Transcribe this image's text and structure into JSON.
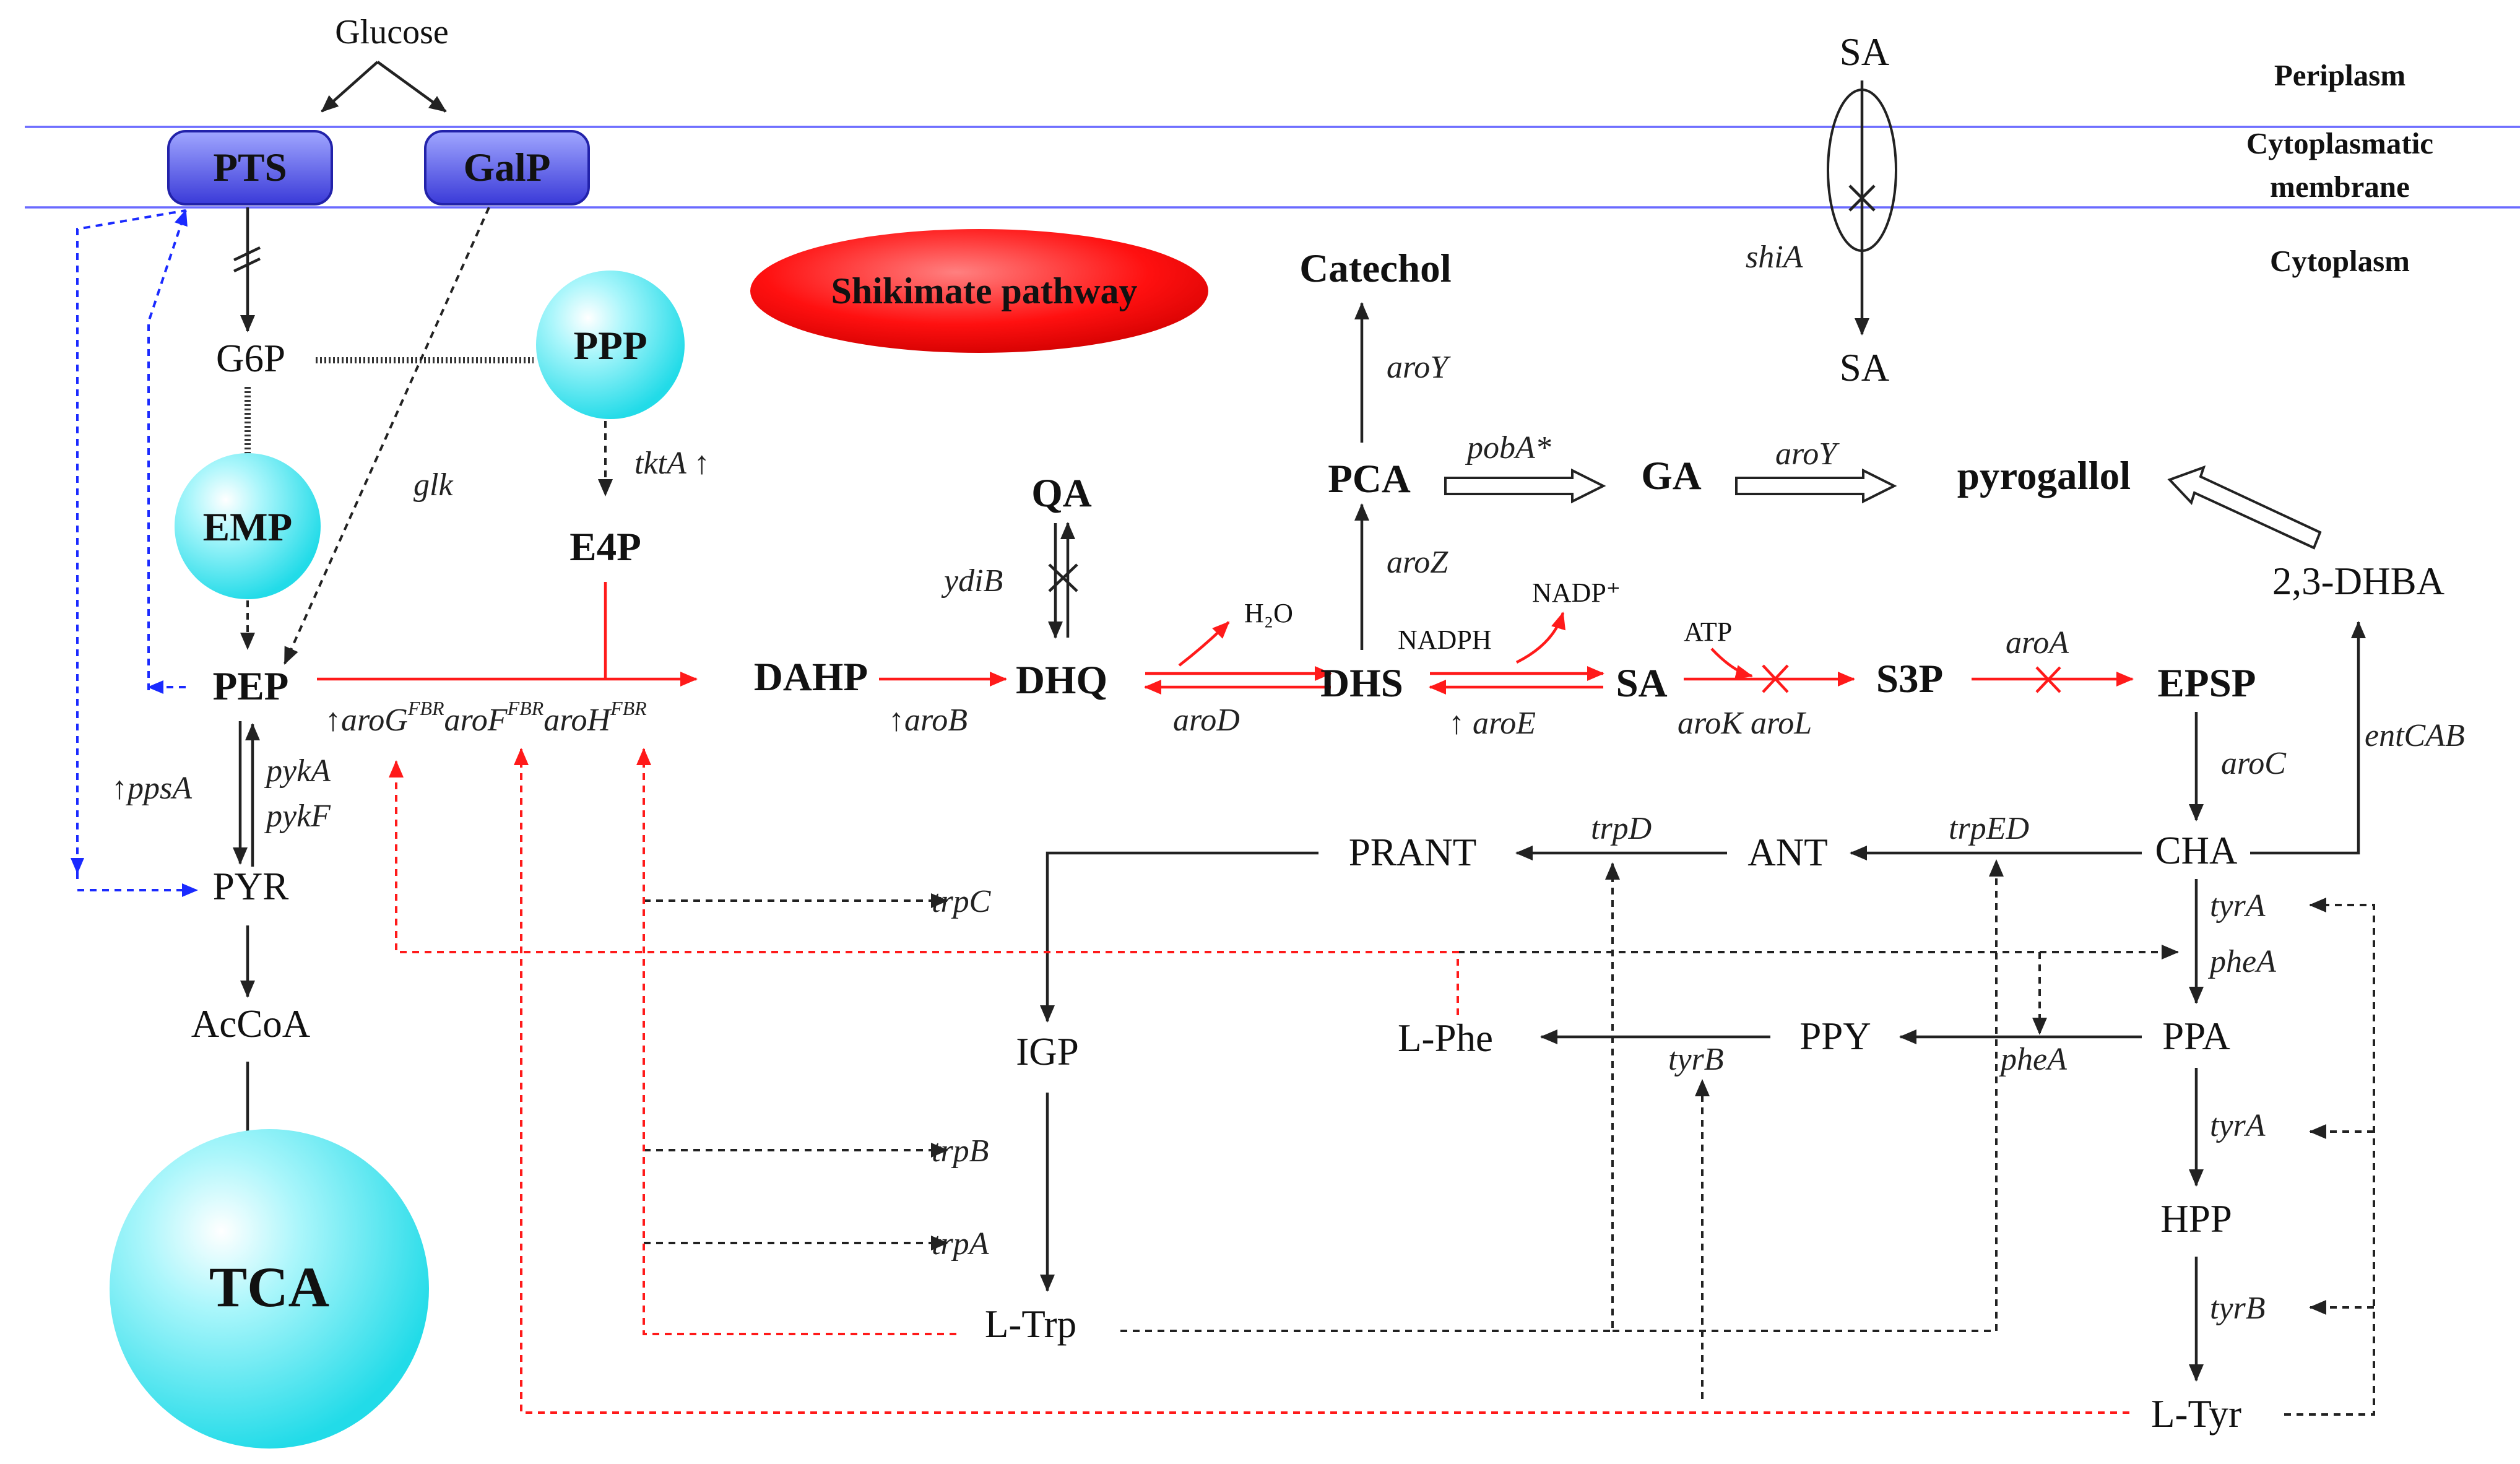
{
  "compartments": {
    "periplasm": "Periplasm",
    "membrane_line1": "Cytoplasmatic",
    "membrane_line2": "membrane",
    "cytoplasm": "Cytoplasm"
  },
  "transporters": {
    "pts": "PTS",
    "galp": "GalP"
  },
  "modules": {
    "ppp": "PPP",
    "emp": "EMP",
    "tca": "TCA",
    "shikimate": "Shikimate pathway"
  },
  "metabolites": {
    "glucose": "Glucose",
    "g6p": "G6P",
    "e4p": "E4P",
    "pep": "PEP",
    "pyr": "PYR",
    "accoa": "AcCoA",
    "dahp": "DAHP",
    "dhq": "DHQ",
    "qa": "QA",
    "dhs": "DHS",
    "sa": "SA",
    "s3p": "S3P",
    "epsp": "EPSP",
    "cha": "CHA",
    "pca": "PCA",
    "catechol": "Catechol",
    "ga": "GA",
    "pyrogallol": "pyrogallol",
    "dhba": "2,3-DHBA",
    "sa_out": "SA",
    "sa_in": "SA",
    "prant": "PRANT",
    "ant": "ANT",
    "igp": "IGP",
    "ltrp": "L-Trp",
    "lphe": "L-Phe",
    "ppy": "PPY",
    "ppa": "PPA",
    "hpp": "HPP",
    "ltyr": "L-Tyr"
  },
  "cofactors": {
    "h2o": "H₂O",
    "nadph": "NADPH",
    "nadp": "NADP⁺",
    "atp": "ATP"
  },
  "enzymes": {
    "glk": "glk",
    "tkta": "tktA ↑",
    "ppsa": "↑ppsA",
    "pyka": "pykA",
    "pykf": "pykF",
    "aro_g": "↑aroG",
    "aro_f": "aroF",
    "aro_h": "aroH",
    "fbr": "FBR",
    "arob": "↑aroB",
    "ydib": "ydiB",
    "arod": "aroD",
    "aroe": "↑ aroE",
    "arok_arol": "aroK aroL",
    "aroa": "aroA",
    "aroc": "aroC",
    "aroz": "aroZ",
    "aroy_1": "aroY",
    "aroy_2": "aroY",
    "poba": "pobA*",
    "shia": "shiA",
    "entcab": "entCAB",
    "trpd": "trpD",
    "trped": "trpED",
    "trpc": "trpC",
    "trpb": "trpB",
    "trpa": "trpA",
    "tyrb_1": "tyrB",
    "tyrb_2": "tyrB",
    "phea_1": "pheA",
    "phea_2": "pheA",
    "tyra_1": "tyrA",
    "tyra_2": "tyrA"
  },
  "colors": {
    "membrane": "#6a6aff",
    "transporter": "#4848e0",
    "module_sphere": "#33e6f0",
    "shikimate_ellipse": "#ff1010",
    "main_flux": "#ff1a1a",
    "feedback_red": "#ff1a1a",
    "pts_link_blue": "#1a2aff"
  }
}
